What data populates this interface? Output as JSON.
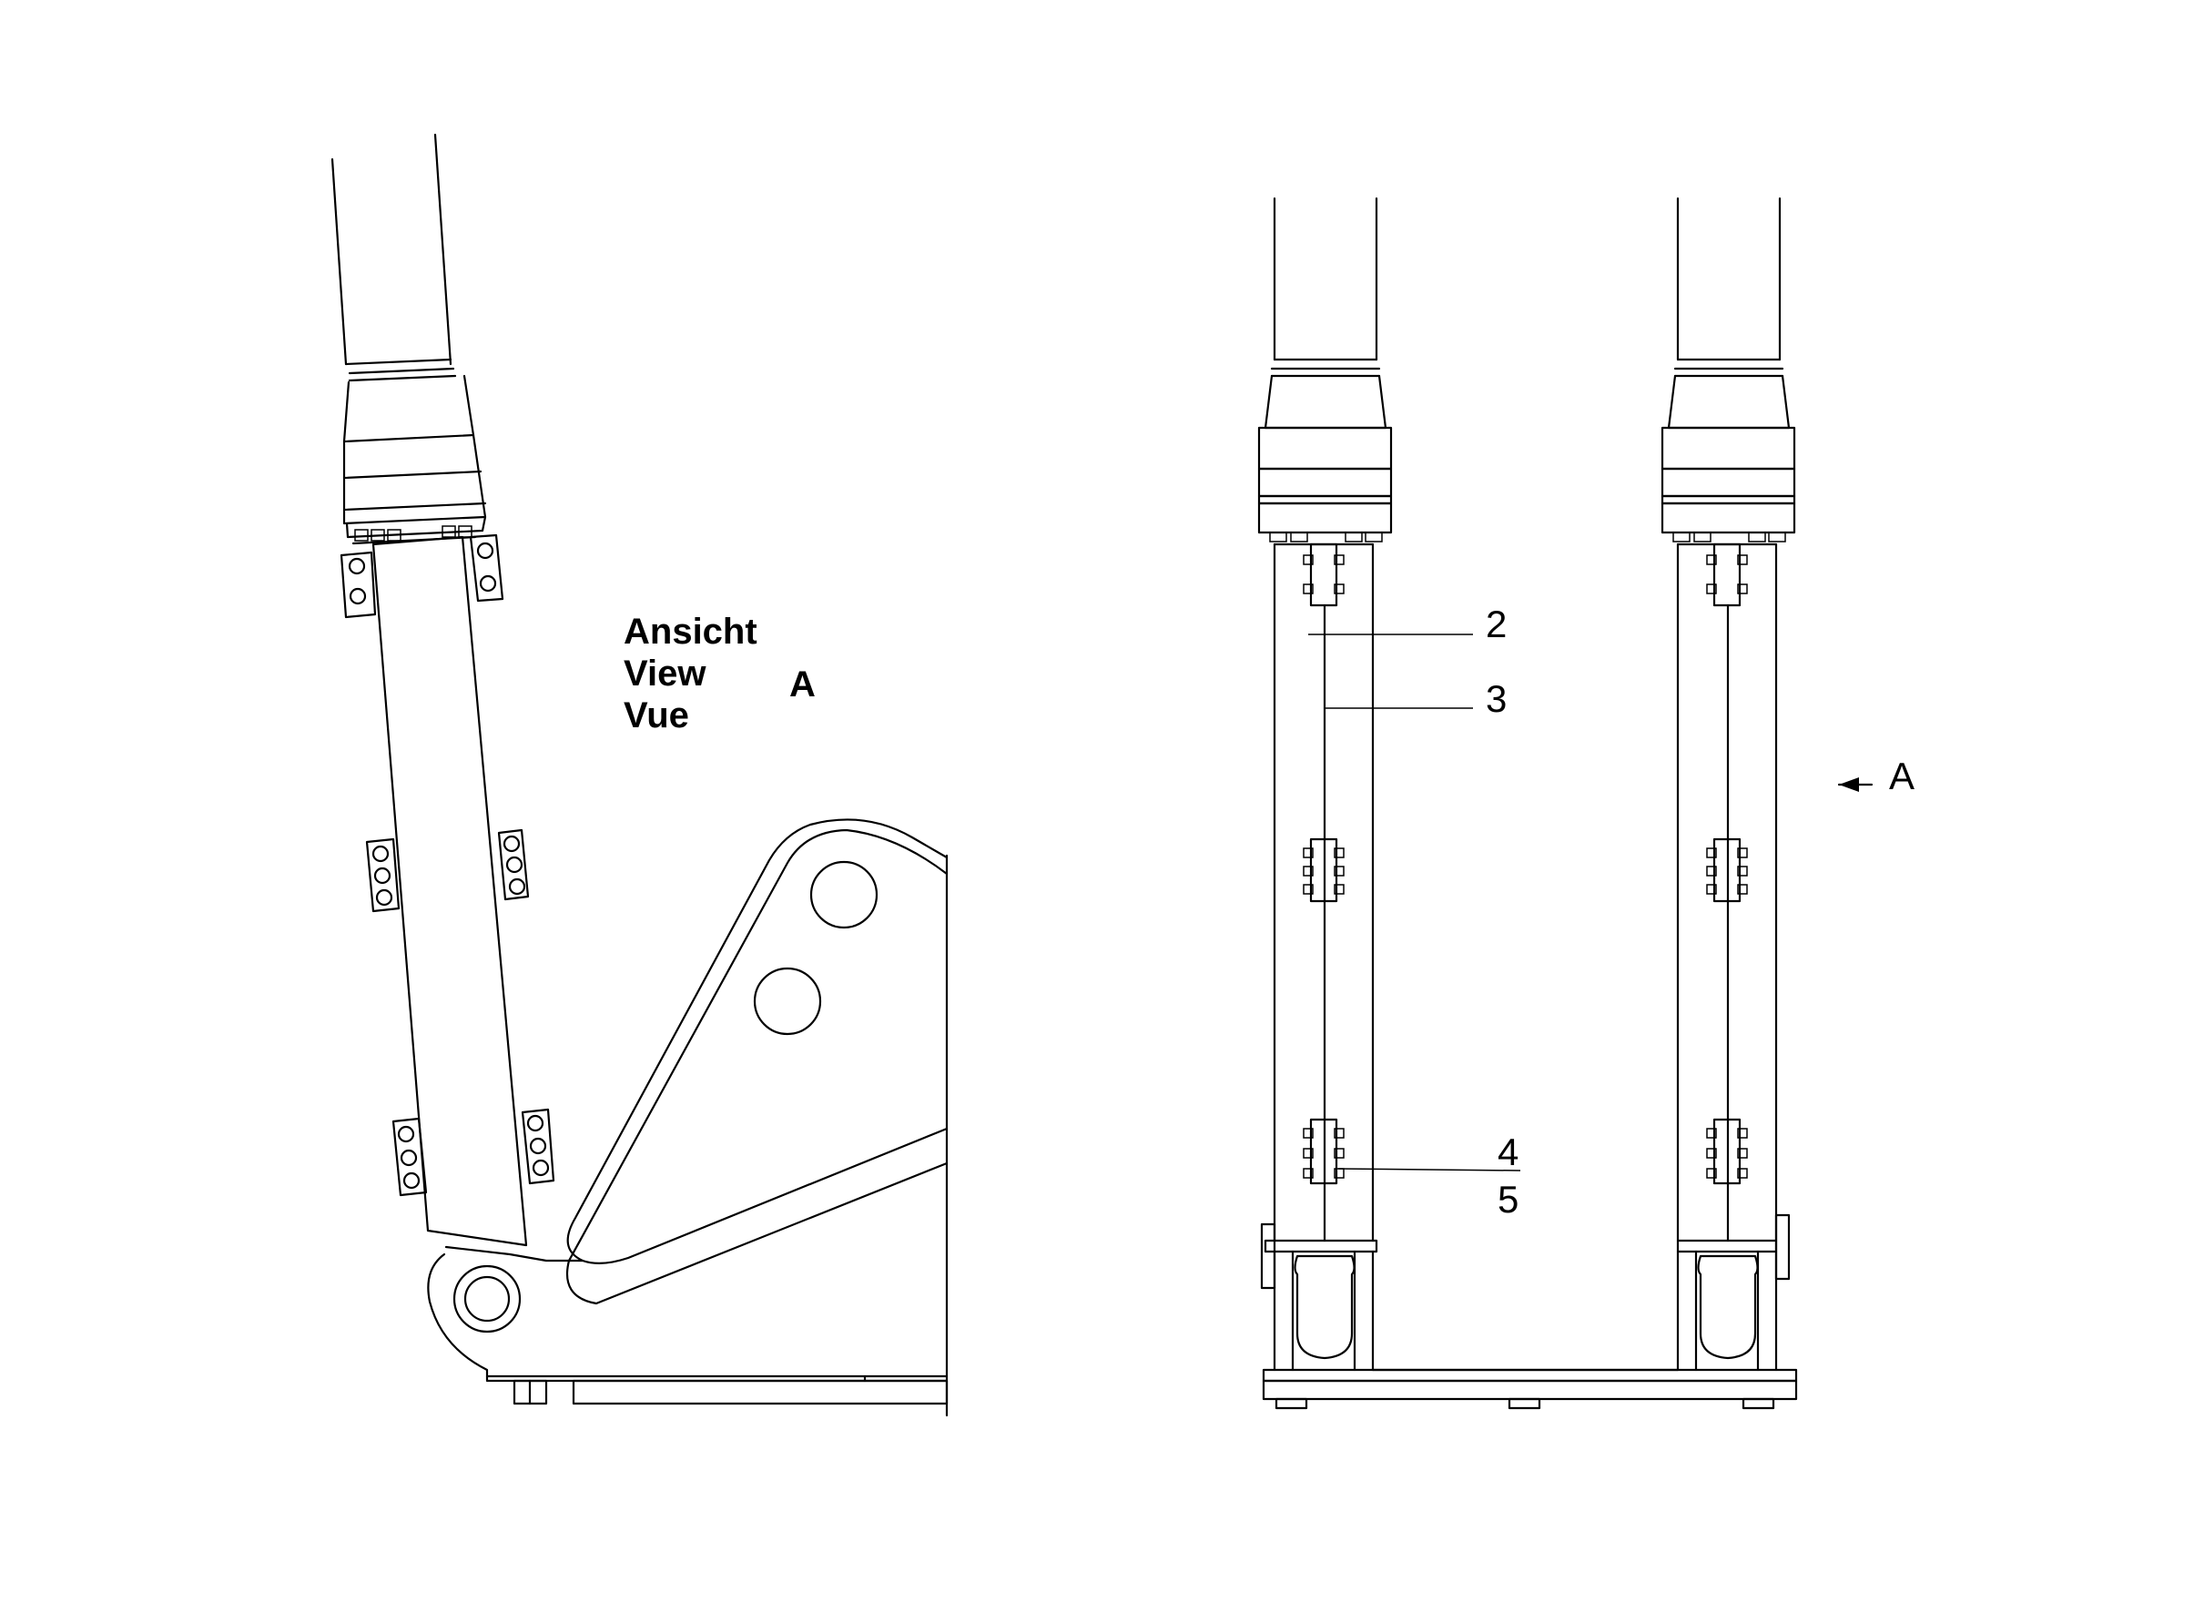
{
  "view_caption": {
    "line_de": "Ansicht",
    "line_en": "View",
    "line_fr": "Vue",
    "view_letter": "A"
  },
  "callouts": {
    "item_2": "2",
    "item_3": "3",
    "item_4": "4",
    "item_5": "5"
  },
  "view_arrow": {
    "label": "A"
  }
}
